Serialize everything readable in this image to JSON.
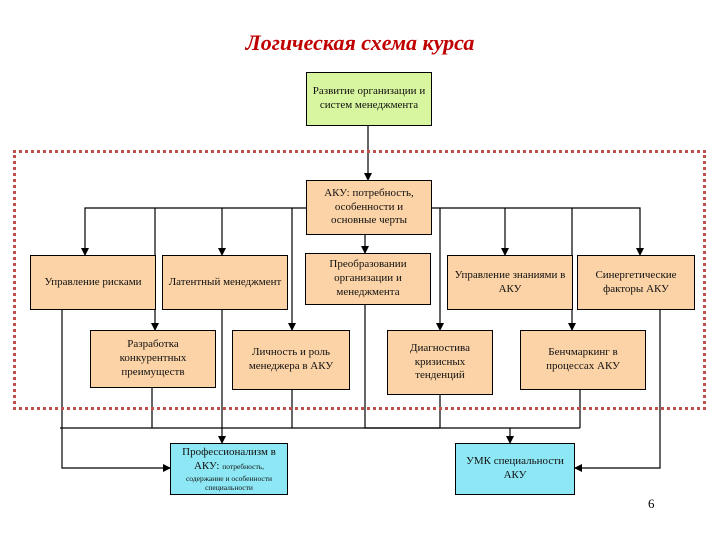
{
  "title": "Логическая схема курса",
  "page_number": "6",
  "nodes": {
    "razvitie": "Развитие организации и систем менеджмента",
    "aku": "АКУ: потребность, особенности и основные черты",
    "riski": "Управление рисками",
    "latent": "Латентный менеджмент",
    "preobr": "Преобразовании организации и менеджмента",
    "znaniya": "Управление знаниями в АКУ",
    "sinerg": "Синергетические факторы АКУ",
    "razrab": "Разработка конкурентных преимуществ",
    "lichnost": "Личность и роль менеджера в АКУ",
    "diagn": "Диагностива кризисных тенденций",
    "bench": "Бенчмаркинг в процессах АКУ",
    "prof_main": "Профессионализм в АКУ:",
    "prof_sub1": "потребность,",
    "prof_sub2": "содержание и особенности специальности",
    "umk": "УМК специальности АКУ"
  },
  "colors": {
    "border": "#000000",
    "title": "#c00000",
    "frame": "#c0504d",
    "peach": "#fbd3a6",
    "green": "#d8f5a0",
    "blue": "#8ee7f4"
  }
}
